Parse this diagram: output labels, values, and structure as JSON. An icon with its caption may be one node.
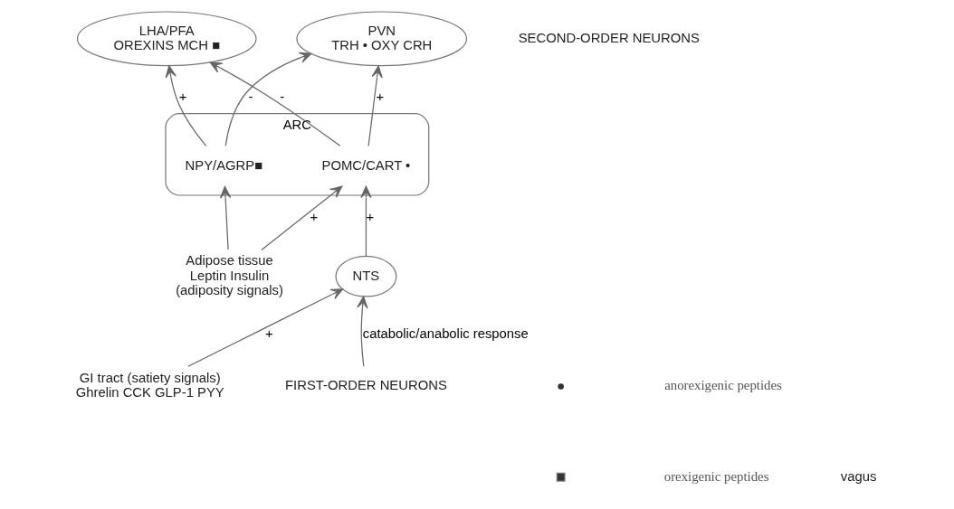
{
  "diagram": {
    "nodes": [
      {
        "text": [
          "PVN",
          "TRH • OXY CRH"
        ]
      },
      {
        "text": [
          "LHA/PFA",
          "OREXINS MCH ■"
        ]
      },
      {
        "text": [
          "ARC"
        ]
      },
      {
        "text": [
          "NPY/AGRP■"
        ],
        "in": 2
      },
      {
        "text": [
          "POMC/CART •"
        ],
        "in": 2
      },
      {
        "text": [
          "Adipose tissue",
          "Leptin Insulin",
          "(adiposity signals)"
        ]
      },
      {
        "text": [
          "GI tract (satiety signals)",
          "Ghrelin CCK GLP-1 PYY"
        ]
      },
      {
        "text": [
          "NTS"
        ]
      },
      {
        "text": [
          "FIRST-ORDER NEURONS"
        ]
      }
    ],
    "edges": [
      {
        "from": 4,
        "to": 0,
        "arrow": "to",
        "label": "+"
      },
      {
        "from": 3,
        "to": 0,
        "arrow": "to",
        "label": "-"
      },
      {
        "from": 3,
        "to": 1,
        "arrow": "to",
        "label": "+"
      },
      {
        "from": 4,
        "to": 1,
        "arrow": "to",
        "label": "-"
      },
      {
        "from": 5,
        "to": 3,
        "arrow": "to"
      },
      {
        "from": 5,
        "to": 4,
        "arrow": "to",
        "label": "+"
      },
      {
        "from": 7,
        "to": 4,
        "arrow": "to",
        "label": "+"
      },
      {
        "from": 6,
        "to": 7,
        "arrow": "to",
        "label": "+"
      },
      {
        "from": 8,
        "to": 7,
        "arrow": "to",
        "label": "catabolic/anabolic response"
      }
    ],
    "labels": [
      "SECOND-ORDER NEURONS",
      "vagus"
    ],
    "legend": [
      {
        "text": "anorexigenic peptides"
      },
      {
        "text": "orexigenic peptides"
      }
    ]
  }
}
